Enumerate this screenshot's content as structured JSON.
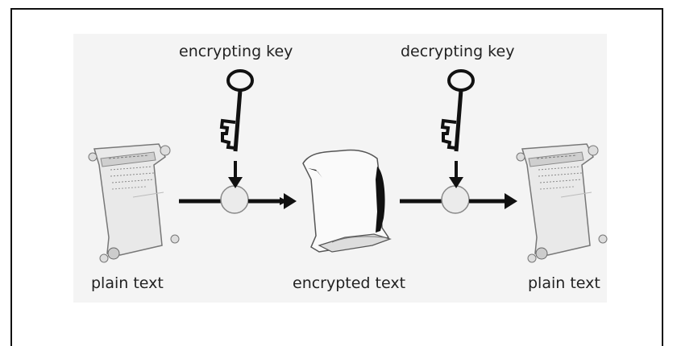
{
  "diagram": {
    "encrypting_key_label": "encrypting key",
    "decrypting_key_label": "decrypting key",
    "plain_text_left_label": "plain text",
    "encrypted_text_label": "encrypted text",
    "plain_text_right_label": "plain text"
  },
  "colors": {
    "panel": "#f4f4f4",
    "ink": "#111111",
    "circle_fill": "#ebebeb",
    "paper": "#fafafa"
  }
}
